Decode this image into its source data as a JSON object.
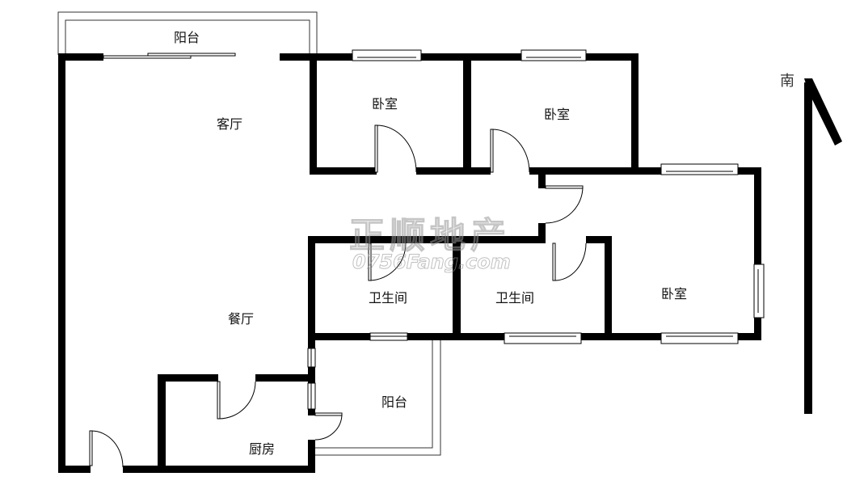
{
  "floor_plan": {
    "rooms": [
      {
        "id": "balcony-top",
        "label": "阳台"
      },
      {
        "id": "living-room",
        "label": "客厅"
      },
      {
        "id": "bedroom-1",
        "label": "卧室"
      },
      {
        "id": "bedroom-2",
        "label": "卧室"
      },
      {
        "id": "bedroom-3",
        "label": "卧室"
      },
      {
        "id": "dining-room",
        "label": "餐厅"
      },
      {
        "id": "bathroom-1",
        "label": "卫生间"
      },
      {
        "id": "bathroom-2",
        "label": "卫生间"
      },
      {
        "id": "balcony-bottom",
        "label": "阳台"
      },
      {
        "id": "kitchen",
        "label": "厨房"
      }
    ],
    "compass": {
      "label": "南",
      "icon": "north-arrow-icon"
    },
    "watermark": {
      "name": "正顺地产",
      "url": "0756Fang.com"
    },
    "colors": {
      "wall": "#000000",
      "background": "#ffffff",
      "thin_line": "#333333",
      "watermark": "#969696"
    }
  }
}
